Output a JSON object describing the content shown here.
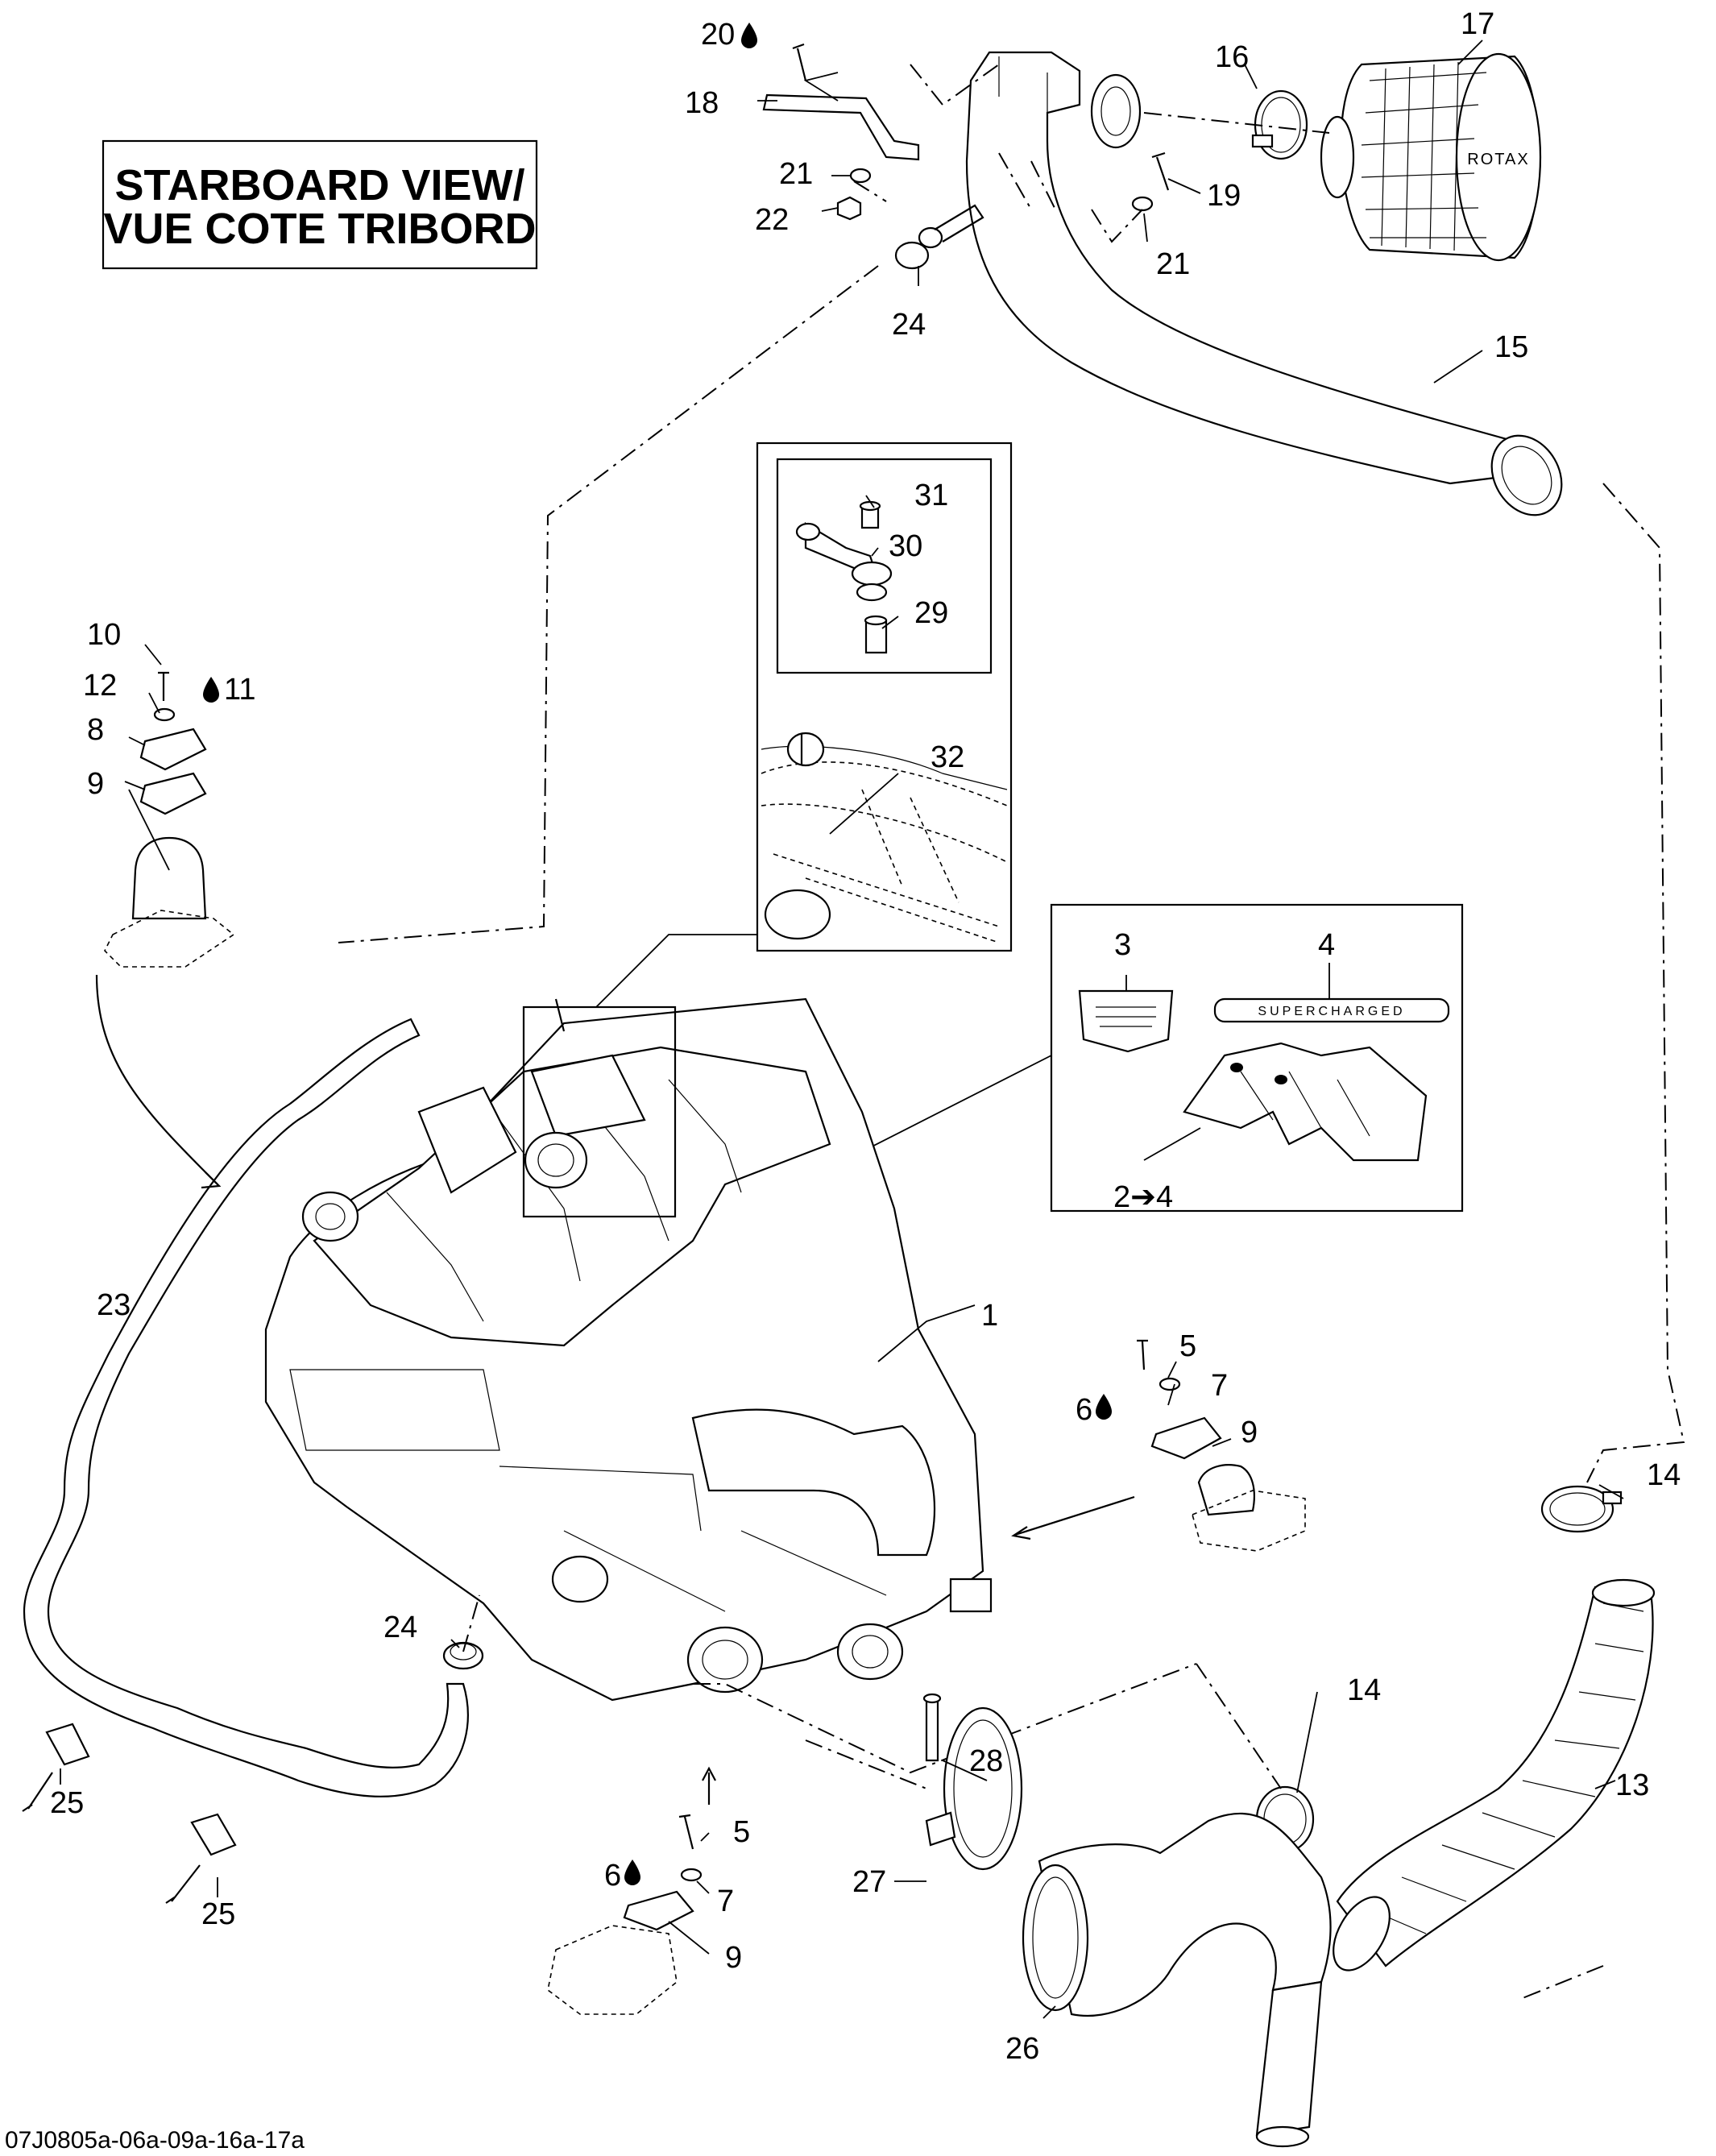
{
  "title_box": {
    "line1": "STARBOARD VIEW/",
    "line2": "VUE COTE TRIBORD"
  },
  "drawing_code": "07J0805a-06a-09a-16a-17a",
  "filter_brand": "ROTAX",
  "decal_text": "SUPERCHARGED",
  "callouts": {
    "c1": "1",
    "c2to4": "2➔4",
    "c3": "3",
    "c4": "4",
    "c5a": "5",
    "c5b": "5",
    "c6a": "6",
    "c6b": "6",
    "c7a": "7",
    "c7b": "7",
    "c8": "8",
    "c9a": "9",
    "c9b": "9",
    "c9c": "9",
    "c10": "10",
    "c11": "11",
    "c12": "12",
    "c13": "13",
    "c14a": "14",
    "c14b": "14",
    "c15": "15",
    "c16": "16",
    "c17": "17",
    "c18": "18",
    "c19": "19",
    "c20": "20",
    "c21a": "21",
    "c21b": "21",
    "c22": "22",
    "c23": "23",
    "c24a": "24",
    "c24b": "24",
    "c25a": "25",
    "c25b": "25",
    "c26": "26",
    "c27": "27",
    "c28": "28",
    "c29": "29",
    "c30": "30",
    "c31": "31",
    "c32": "32"
  },
  "icons": {
    "loctite_drop": "drop-icon",
    "direction_arrow": "arrow-icon"
  }
}
